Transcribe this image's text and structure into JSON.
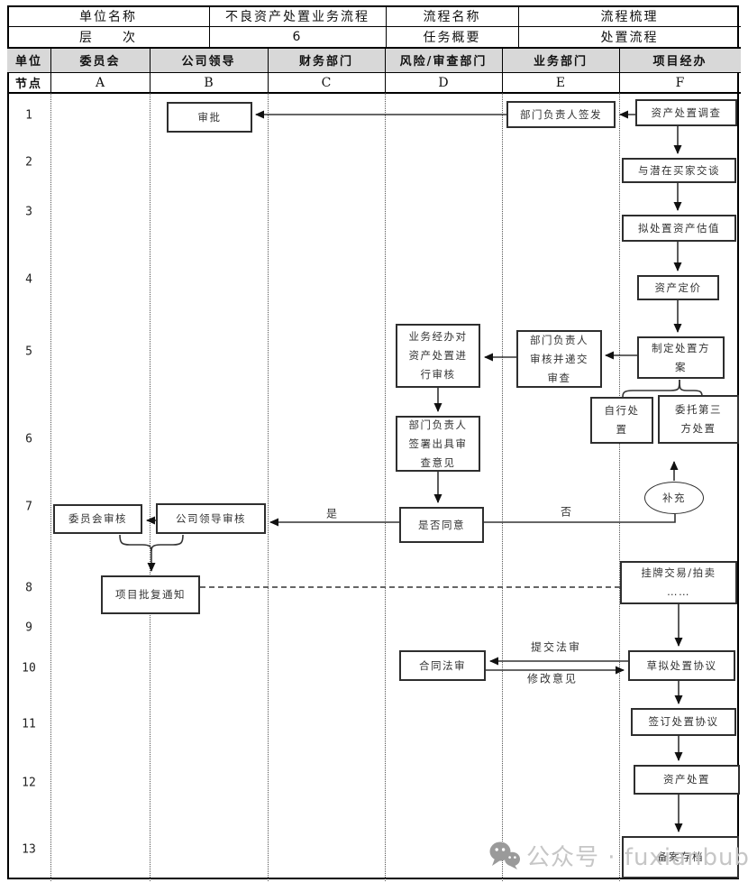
{
  "title_table": {
    "rows": [
      {
        "c1": "单位名称",
        "c2": "不良资产处置业务流程",
        "c3": "流程名称",
        "c4": "流程梳理"
      },
      {
        "c1": "层　　次",
        "c2": "6",
        "c3": "任务概要",
        "c4": "处置流程"
      }
    ]
  },
  "lane_header": {
    "unit_label": "单位",
    "node_label": "节点",
    "lanes": [
      {
        "unit": "委员会",
        "node": "A"
      },
      {
        "unit": "公司领导",
        "node": "B"
      },
      {
        "unit": "财务部门",
        "node": "C"
      },
      {
        "unit": "风险/审查部门",
        "node": "D"
      },
      {
        "unit": "业务部门",
        "node": "E"
      },
      {
        "unit": "项目经办",
        "node": "F"
      }
    ]
  },
  "flow": {
    "row_numbers": [
      "1",
      "2",
      "3",
      "4",
      "5",
      "6",
      "7",
      "8",
      "9",
      "10",
      "11",
      "12",
      "13"
    ],
    "boxes": [
      {
        "id": "shenpi",
        "shape": "rect",
        "lines": [
          "审批"
        ]
      },
      {
        "id": "bumen-qianfa",
        "shape": "rect",
        "lines": [
          "部门负责人签发"
        ]
      },
      {
        "id": "diaocha",
        "shape": "rect",
        "lines": [
          "资产处置调查"
        ]
      },
      {
        "id": "maijia",
        "shape": "rect",
        "lines": [
          "与潜在买家交谈"
        ]
      },
      {
        "id": "guzhi",
        "shape": "rect",
        "lines": [
          "拟处置资产估值"
        ]
      },
      {
        "id": "dingjia",
        "shape": "rect",
        "lines": [
          "资产定价"
        ]
      },
      {
        "id": "fangan",
        "shape": "rect",
        "lines": [
          "制定处置方",
          "案"
        ]
      },
      {
        "id": "bumen-shenhe",
        "shape": "rect",
        "lines": [
          "部门负责人",
          "审核并递交",
          "审查"
        ]
      },
      {
        "id": "jingban",
        "shape": "rect",
        "lines": [
          "业务经办对",
          "资产处置进",
          "行审核"
        ]
      },
      {
        "id": "zixing",
        "shape": "rect",
        "lines": [
          "自行处",
          "置"
        ]
      },
      {
        "id": "weituo",
        "shape": "rect",
        "lines": [
          "委托第三",
          "方处置"
        ]
      },
      {
        "id": "qianshu",
        "shape": "rect",
        "lines": [
          "部门负责人",
          "签署出具审",
          "查意见"
        ]
      },
      {
        "id": "buchong",
        "shape": "ellipse",
        "lines": [
          "补充"
        ]
      },
      {
        "id": "shifou",
        "shape": "rect",
        "lines": [
          "是否同意"
        ]
      },
      {
        "id": "gongsi",
        "shape": "rect",
        "lines": [
          "公司领导审核"
        ]
      },
      {
        "id": "weiyuanhui",
        "shape": "rect",
        "lines": [
          "委员会审核"
        ]
      },
      {
        "id": "pifu",
        "shape": "rect",
        "lines": [
          "项目批复通知"
        ]
      },
      {
        "id": "guapai",
        "shape": "rect",
        "lines": [
          "挂牌交易/拍卖",
          "……"
        ]
      },
      {
        "id": "hetong",
        "shape": "rect",
        "lines": [
          "合同法审"
        ]
      },
      {
        "id": "caoni",
        "shape": "rect",
        "lines": [
          "草拟处置协议"
        ]
      },
      {
        "id": "qianding",
        "shape": "rect",
        "lines": [
          "签订处置协议"
        ]
      },
      {
        "id": "zichan-chuzhi",
        "shape": "rect",
        "lines": [
          "资产处置"
        ]
      },
      {
        "id": "beian",
        "shape": "rect",
        "lines": [
          "备案存档"
        ]
      }
    ],
    "edge_labels": [
      {
        "id": "yes",
        "text": "是"
      },
      {
        "id": "no",
        "text": "否"
      },
      {
        "id": "submit",
        "text": "提交法审"
      },
      {
        "id": "revise",
        "text": "修改意见"
      }
    ]
  },
  "watermark": {
    "text": "公众号 · fuxianbubin",
    "icon": "wechat-bubbles-icon"
  },
  "colors": {
    "header_bg": "#d8d8d8",
    "line": "#333333",
    "box_border": "#2e2e2e",
    "watermark_text": "#c6c6c6",
    "watermark_icon": "#9a9a9a"
  }
}
